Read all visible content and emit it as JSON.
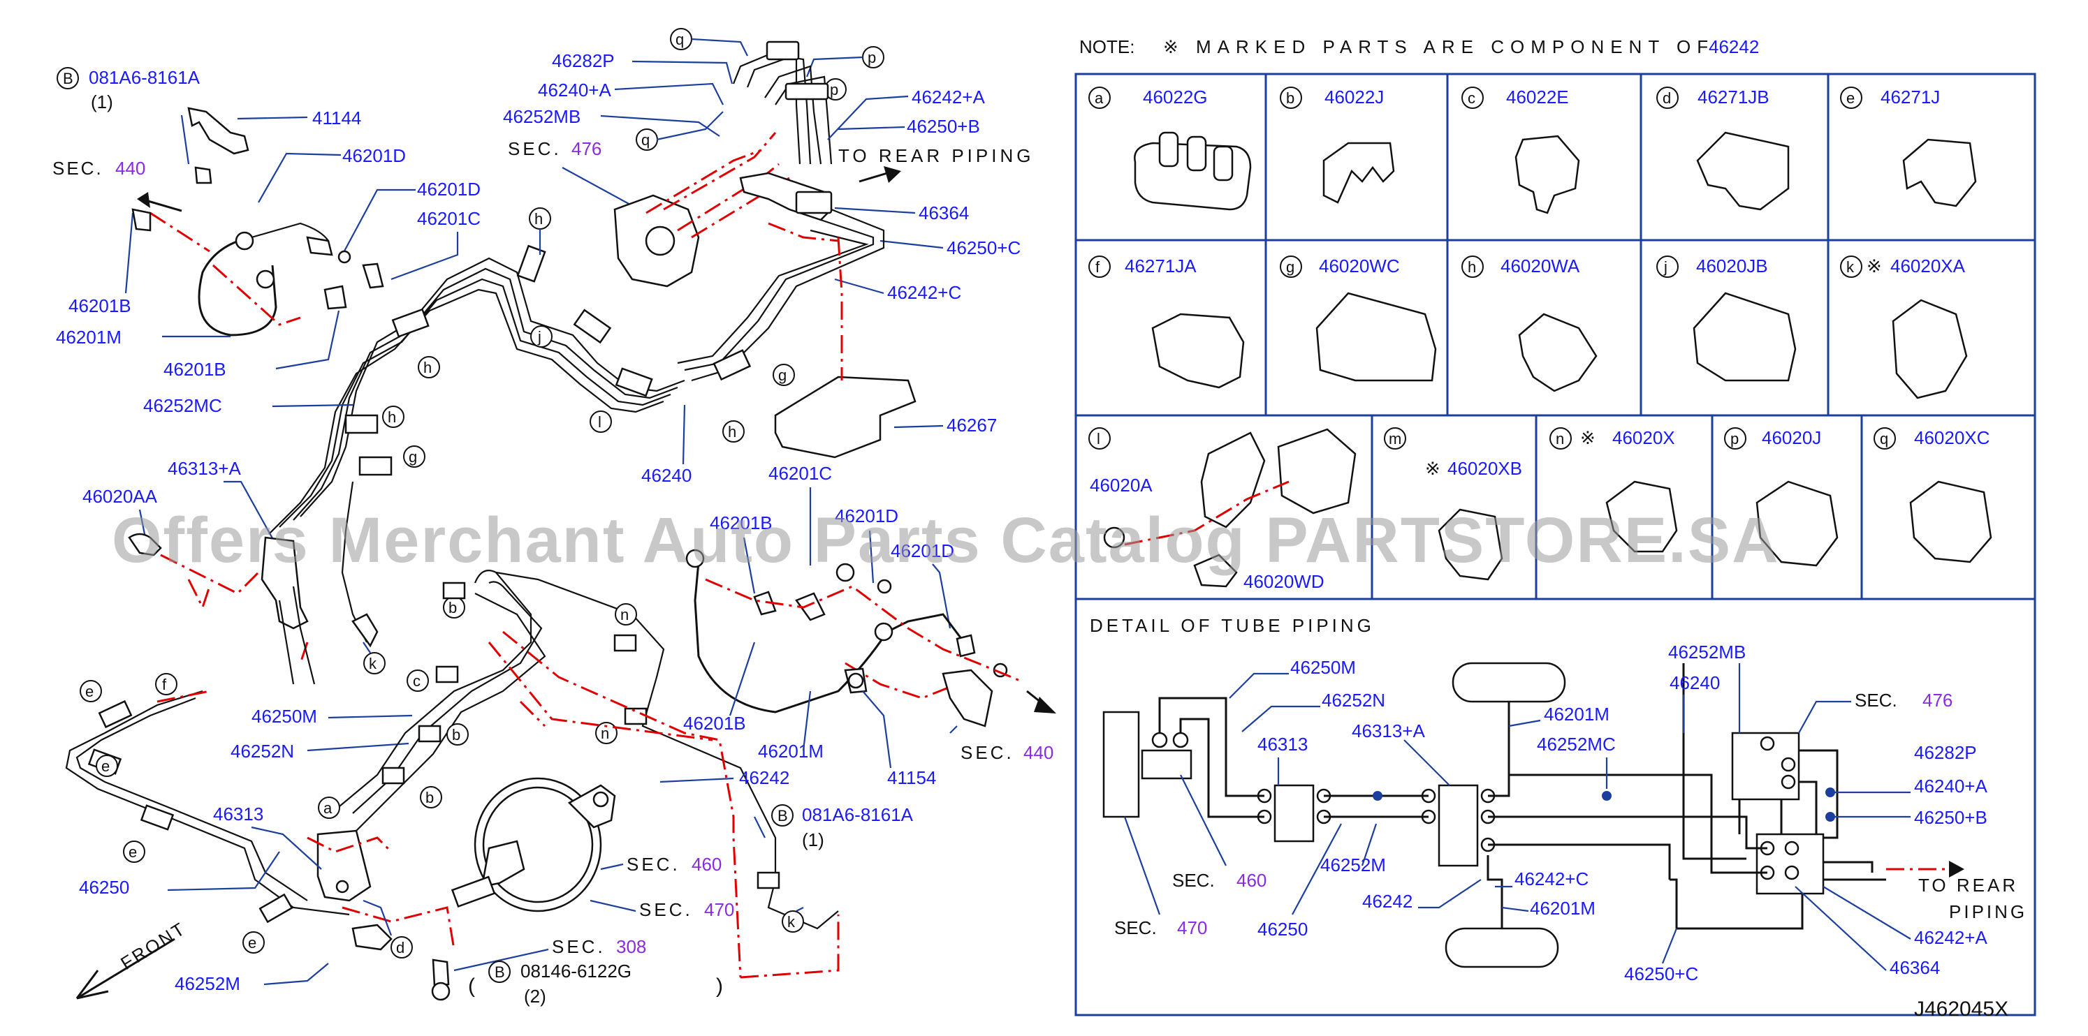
{
  "note": {
    "label_note": "NOTE:",
    "marker": "※",
    "text": "MARKED PARTS ARE COMPONENT OF",
    "part": "46242"
  },
  "clip_table": [
    {
      "letter": "a",
      "part": "46022G"
    },
    {
      "letter": "b",
      "part": "46022J"
    },
    {
      "letter": "c",
      "part": "46022E"
    },
    {
      "letter": "d",
      "part": "46271JB"
    },
    {
      "letter": "e",
      "part": "46271J"
    },
    {
      "letter": "f",
      "part": "46271JA"
    },
    {
      "letter": "g",
      "part": "46020WC"
    },
    {
      "letter": "h",
      "part": "46020WA"
    },
    {
      "letter": "j",
      "part": "46020JB"
    },
    {
      "letter": "k",
      "part": "46020XA",
      "marked": true
    },
    {
      "letter": "l",
      "part": "46020A",
      "part2": "46020WD"
    },
    {
      "letter": "m",
      "part": "46020XB",
      "marked": true
    },
    {
      "letter": "n",
      "part": "46020X",
      "marked": true
    },
    {
      "letter": "p",
      "part": "46020J"
    },
    {
      "letter": "q",
      "part": "46020XC"
    }
  ],
  "detail": {
    "title": "DETAIL OF TUBE PIPING",
    "labels": [
      "46250M",
      "46252N",
      "46313",
      "46313+A",
      "46201M",
      "46252MC",
      "46240",
      "46252MB",
      "46282P",
      "46240+A",
      "46250+B",
      "46242+C",
      "46201M",
      "46242",
      "46252M",
      "46250",
      "46242+A",
      "46364",
      "46250+C"
    ],
    "sec_left_1": "SEC.",
    "sec_left_1_num": "460",
    "sec_left_2": "SEC.",
    "sec_left_2_num": "470",
    "sec_right": "SEC.",
    "sec_right_num": "476",
    "to_rear": "TO REAR",
    "piping": "PIPING"
  },
  "main": {
    "bolt_ref_top": {
      "circle": "B",
      "part": "081A6-8161A",
      "qty": "(1)"
    },
    "bolt_ref_mid": {
      "circle": "B",
      "part": "081A6-8161A",
      "qty": "(1)"
    },
    "bolt_ref_bottom": {
      "circle": "B",
      "part": "08146-6122G",
      "qty": "(2)"
    },
    "labels_left": [
      "41144",
      "46201D",
      "46201D",
      "46201C",
      "46201B",
      "46201M",
      "46201B",
      "46252MC",
      "46313+A",
      "46020AA",
      "46250M",
      "46252N",
      "46313",
      "46250",
      "46252M"
    ],
    "labels_top": [
      "46282P",
      "46240+A",
      "46252MB",
      "46242+A",
      "46250+B",
      "46364",
      "46250+C",
      "46242+C",
      "46267",
      "46240"
    ],
    "labels_right": [
      "46201C",
      "46201B",
      "46201D",
      "46201D",
      "46201B",
      "46201M",
      "41154",
      "46242"
    ],
    "sec_440_top": {
      "label": "SEC.",
      "num": "440"
    },
    "sec_440_right": {
      "label": "SEC.",
      "num": "440"
    },
    "sec_476": {
      "label": "SEC.",
      "num": "476"
    },
    "sec_460": {
      "label": "SEC.",
      "num": "460"
    },
    "sec_470": {
      "label": "SEC.",
      "num": "470"
    },
    "sec_308": {
      "label": "SEC.",
      "num": "308"
    },
    "to_rear_piping": "TO REAR PIPING",
    "front": "FRONT"
  },
  "watermark": "Offers Merchant Auto Parts Catalog PARTSTORE.SA",
  "diagram_ref": "J462045X",
  "colors": {
    "label": "#1a1aff",
    "sec_num": "#8a2be2",
    "leader": "#1c3f9e",
    "brake_line": "#e00000"
  }
}
